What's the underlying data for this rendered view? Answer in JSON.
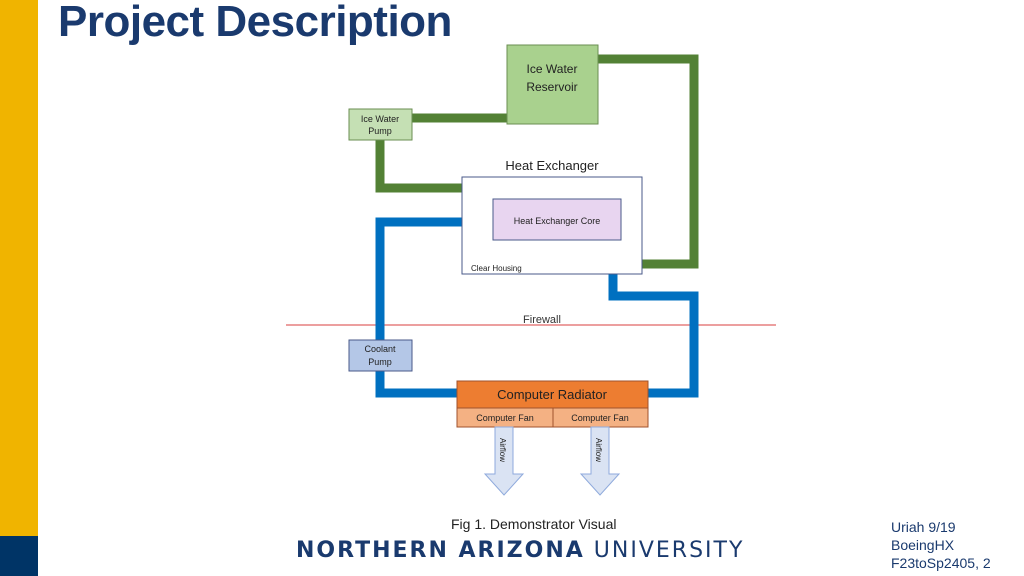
{
  "slide": {
    "title": "Project Description",
    "caption": "Fig 1. Demonstrator Visual",
    "footer": [
      "Uriah 9/19",
      "BoeingHX",
      "F23toSp2405, 2"
    ],
    "logo": {
      "bold": "NORTHERN ARIZONA",
      "light": "UNIVERSITY"
    }
  },
  "diagram": {
    "ice_reservoir": [
      "Ice Water",
      "Reservoir"
    ],
    "ice_pump": [
      "Ice Water",
      "Pump"
    ],
    "heat_exchanger": "Heat Exchanger",
    "hx_core": "Heat Exchanger Core",
    "clear_housing": "Clear Housing",
    "firewall": "Firewall",
    "coolant_pump": [
      "Coolant",
      "Pump"
    ],
    "radiator": "Computer Radiator",
    "fan_left": "Computer Fan",
    "fan_right": "Computer Fan",
    "airflow_left": "Airflow",
    "airflow_right": "Airflow",
    "colors": {
      "green_pipe": "#538135",
      "blue_pipe": "#0070c0",
      "firewall": "#e06666",
      "reservoir_fill": "#a9d18e",
      "ice_pump_fill": "#c5e0b4",
      "core_fill": "#e8d5f0",
      "coolant_pump_fill": "#b4c7e7",
      "radiator_fill": "#ed7d31",
      "fan_fill": "#f4b183",
      "arrow_fill": "#dae3f3"
    }
  }
}
